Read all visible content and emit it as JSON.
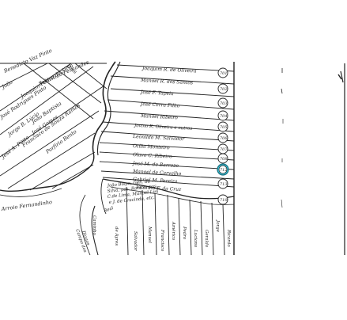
{
  "map": {
    "parcels_right": [
      {
        "number": "701",
        "owner": "Joaquim R. de Oliveira"
      },
      {
        "number": "702",
        "owner": "Manoel R. dos Santos"
      },
      {
        "number": "703",
        "owner": "José F. Tapeia"
      },
      {
        "number": "704",
        "owner": "José Cerra Filho"
      },
      {
        "number": "705",
        "owner": "Manoel Ribeiro"
      },
      {
        "number": "706",
        "owner": "Jovino R. Oliveira e outros"
      },
      {
        "number": "707",
        "owner": "Leonildo M. Salvador"
      },
      {
        "number": "708",
        "owner": "Otília Monteiro"
      },
      {
        "number": "709",
        "owner": "Olavo C. Ribeiro"
      },
      {
        "number": "710",
        "owner": "José M. de Barrozo"
      },
      {
        "number": "711",
        "owner": "Manoel de Carvalho"
      },
      {
        "number": "712",
        "owner": "Gabriel M. Pereira",
        "highlighted": true
      },
      {
        "number": "713",
        "owner": "Vitorino F. da Cruz"
      }
    ],
    "parcel_extra_label": "Gabriel G. de Carvalho",
    "left_labels": [
      {
        "text": "Benedicto Vaz Pinto"
      },
      {
        "text": "Sebastião Fernandes"
      },
      {
        "text": "João"
      },
      {
        "text": "Joaquim Pedro da Silva"
      },
      {
        "text": "José Rodrigues Pinto"
      },
      {
        "text": "João Baptista"
      },
      {
        "text": "Jorge B. Lúcio"
      },
      {
        "text": "José Gomes"
      },
      {
        "text": "Francisco de Souza Ramos"
      },
      {
        "text": "Porfírio Bento"
      },
      {
        "text": "José A. Pinto"
      },
      {
        "text": "Dias"
      }
    ],
    "river_label": "Arroio Fernandinho",
    "bottom_block": {
      "lines": [
        "João Bispo, Gen. da",
        "Silva, pos. Ramos, pos.",
        "C.de Lima, Manoel Lim",
        "e J. de Gracinda, etc."
      ]
    },
    "bottom_vertical_labels": [
      {
        "text": "Caminho"
      },
      {
        "text": "Real"
      },
      {
        "text": "de Ayres"
      },
      {
        "text": "Salvador"
      },
      {
        "text": "Manuel"
      },
      {
        "text": "Francisco"
      },
      {
        "text": "Américo"
      },
      {
        "text": "Pedro"
      },
      {
        "text": "Luciano"
      },
      {
        "text": "Geraldo"
      },
      {
        "text": "Jorge"
      },
      {
        "text": "Ricardo"
      }
    ],
    "left_bottom_labels": [
      {
        "text": "Campo dos"
      },
      {
        "text": "Diogos"
      }
    ]
  },
  "colors": {
    "ink": "#222222",
    "highlight": "#3cc4d8",
    "paper": "#ffffff"
  }
}
